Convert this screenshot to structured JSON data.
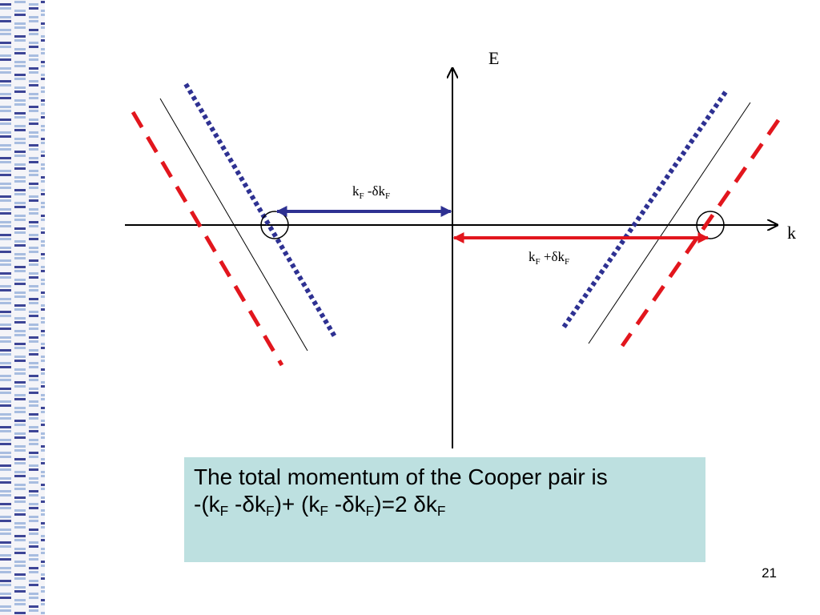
{
  "colors": {
    "axis": "#000000",
    "blue": "#2e3192",
    "red": "#e2161d",
    "box_background": "#bde0e0",
    "strip_white": "#f4f4f8",
    "strip_blue": "#3d4596",
    "strip_light": "#a8bde0"
  },
  "axes": {
    "energy_label": "E",
    "momentum_label": "k"
  },
  "arrows": {
    "blue": {
      "base": "k",
      "base_sub": "F",
      "op": " -δ",
      "k": "k",
      "k_sub": "F"
    },
    "red": {
      "base": "k",
      "base_sub": "F",
      "op": " +δ",
      "k": "k",
      "k_sub": "F"
    }
  },
  "note": {
    "line1": "The total momentum of the Cooper pair is",
    "line2": {
      "t1": " -(k",
      "s1": "F",
      "t2": " -δk",
      "s2": "F",
      "t3": ")+ (k",
      "s3": "F",
      "t4": " -δk",
      "s4": "F",
      "t5": ")=2 δk",
      "s5": "F"
    }
  },
  "page_number": "21"
}
